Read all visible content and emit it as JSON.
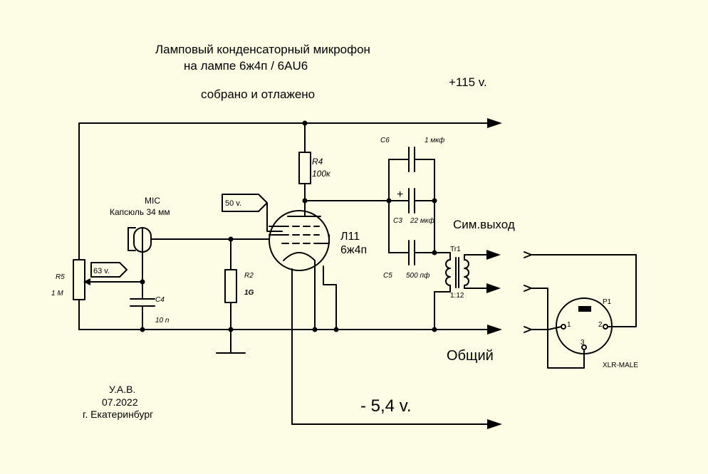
{
  "title": {
    "line1": "Ламповый конденсаторный микрофон",
    "line2": "на лампе 6ж4п / 6AU6",
    "line3": "собрано и отлажено"
  },
  "supply": {
    "plus": "+115 v.",
    "minus": "- 5,4 v."
  },
  "nets": {
    "tag_50": "50 v.",
    "tag_63": "63 v.",
    "sym_out": "Сим.выход",
    "common": "Общий"
  },
  "mic": {
    "name": "MIC",
    "desc": "Капсюль 34 мм"
  },
  "tube": {
    "ref": "Л11",
    "type": "6ж4п"
  },
  "r4": {
    "ref": "R4",
    "value": "100к"
  },
  "r2": {
    "ref": "R2",
    "value": "1G"
  },
  "r5": {
    "ref": "R5",
    "value": "1 M"
  },
  "c4": {
    "ref": "C4",
    "value": "10 n"
  },
  "c6": {
    "ref": "C6",
    "value": "1 мкф"
  },
  "c3": {
    "ref": "C3",
    "value": "22 мкф"
  },
  "c5": {
    "ref": "C5",
    "value": "500 пф"
  },
  "tr1": {
    "ref": "Tr1",
    "ratio": "1:12"
  },
  "xlr": {
    "ref": "P1",
    "type": "XLR-MALE",
    "pin1": "1",
    "pin2": "2",
    "pin3": "3"
  },
  "author": {
    "name": "У.А.В.",
    "date": "07.2022",
    "city": "г. Екатеринбург"
  },
  "colors": {
    "background": "#fdfde5",
    "ink": "#000000"
  }
}
